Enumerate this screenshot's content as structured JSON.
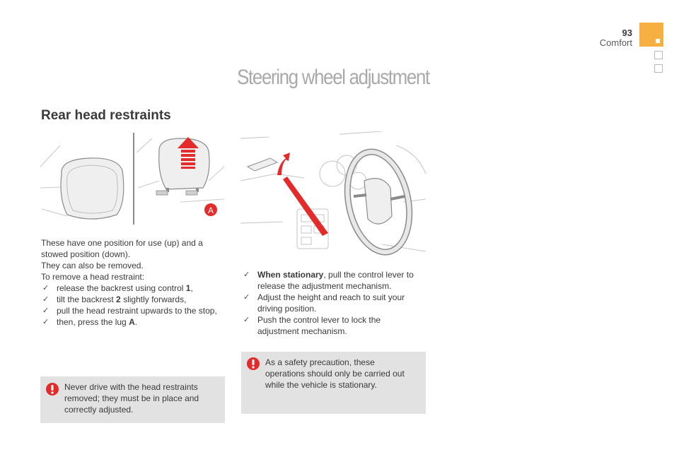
{
  "header": {
    "page_number": "93",
    "section": "Comfort"
  },
  "title": "Steering wheel adjustment",
  "headrests": {
    "heading": "Rear head restraints",
    "figure_label": "A",
    "intro": [
      "These have one position for use (up) and a",
      "stowed position (down).",
      "They can also be removed.",
      "To remove a head restraint:"
    ],
    "steps": [
      {
        "pre": "release the backrest using control ",
        "bold": "1",
        "post": ","
      },
      {
        "pre": "tilt the backrest ",
        "bold": "2",
        "post": " slightly forwards,"
      },
      {
        "pre": "pull the head restraint upwards to the stop,",
        "bold": "",
        "post": ""
      },
      {
        "pre": "then, press the lug ",
        "bold": "A",
        "post": "."
      }
    ],
    "warning": [
      "Never drive with the head restraints",
      "removed; they must be in place and",
      "correctly adjusted."
    ]
  },
  "steering": {
    "steps": [
      {
        "bold": "When stationary",
        "line1": ", pull the control lever to",
        "line2": "release the adjustment mechanism."
      },
      {
        "bold": "",
        "line1": "Adjust the height and reach to suit your",
        "line2": "driving position."
      },
      {
        "bold": "",
        "line1": "Push the control lever to lock the",
        "line2": "adjustment mechanism."
      }
    ],
    "warning": [
      "As a safety precaution, these",
      "operations should only be carried out",
      "while the vehicle is stationary."
    ]
  },
  "icons": {
    "bullet": "",
    "bullet_glyph": "✓",
    "warning_icon": "exclamation-circle-icon"
  },
  "colors": {
    "accent": "#f5b041",
    "warning_red": "#e32b2b",
    "box_grey": "#e2e2e2",
    "title_grey": "#a9a9a9"
  }
}
